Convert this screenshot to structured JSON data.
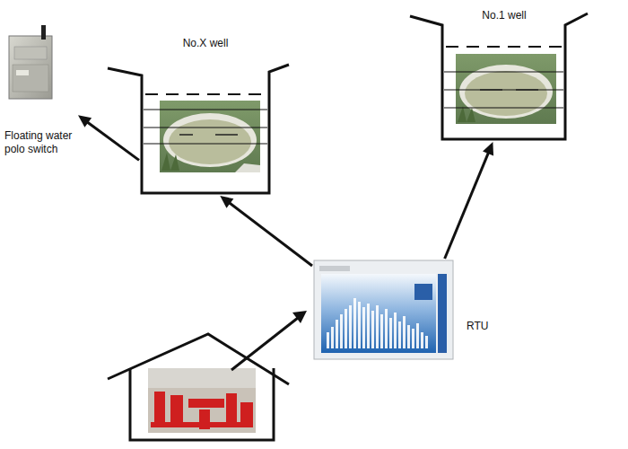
{
  "diagram": {
    "nodes": [
      {
        "text": [
          "No.1 well"
        ]
      },
      {
        "text": [
          "No.X well"
        ]
      },
      {
        "text": [
          "Floating water polo switch"
        ]
      },
      {
        "text": [
          "RTU"
        ]
      }
    ],
    "edges": [
      {
        "from": 3,
        "to": 1,
        "arrow": "to"
      },
      {
        "from": 3,
        "to": 0,
        "arrow": "to"
      },
      {
        "from": 1,
        "to": 2,
        "arrow": "to"
      }
    ]
  }
}
